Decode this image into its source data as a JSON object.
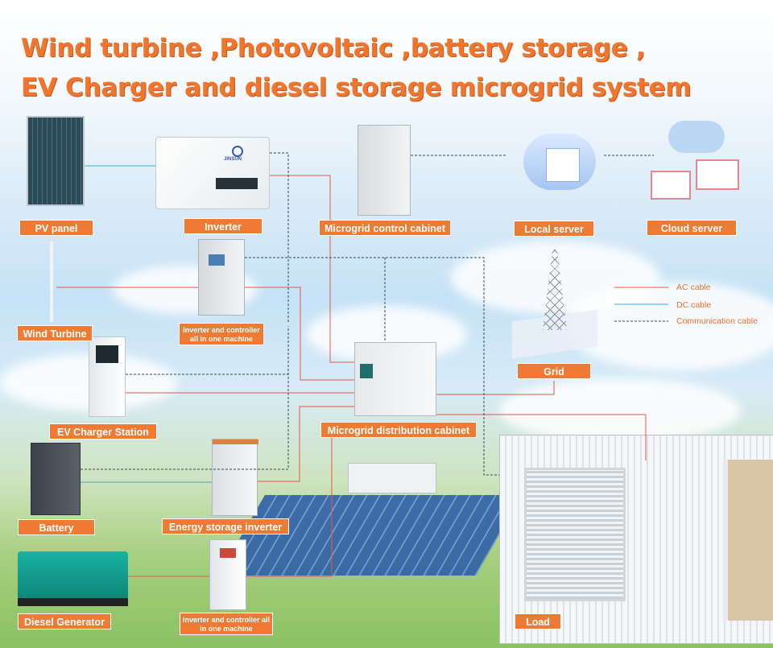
{
  "title": {
    "line1": "Wind turbine ,Photovoltaic ,battery storage ,",
    "line2": "EV Charger and diesel storage microgrid system"
  },
  "labels": {
    "pv_panel": "PV panel",
    "inverter": "Inverter",
    "control_cabinet": "Microgrid control cabinet",
    "local_server": "Local server",
    "cloud_server": "Cloud server",
    "inverter_controller_1": "Inverter and controller all in one machine",
    "wind_turbine": "Wind Turbine",
    "grid": "Grid",
    "ev_charger": "EV Charger Station",
    "distribution_cabinet": "Microgrid distribution cabinet",
    "battery": "Battery",
    "energy_storage_inverter": "Energy storage inverter",
    "diesel_generator": "Diesel Generator",
    "inverter_controller_2": "Inverter and controller all in one machine",
    "load": "Load"
  },
  "inverter_brand": "JINSUN",
  "legend": {
    "ac": "AC cable",
    "dc": "DC cable",
    "comm": "Communication cable"
  },
  "colors": {
    "accent": "#ee7a33",
    "ac_cable": "#e5574b",
    "dc_cable": "#3fa9d8",
    "comm_cable": "#2c4f4a"
  }
}
